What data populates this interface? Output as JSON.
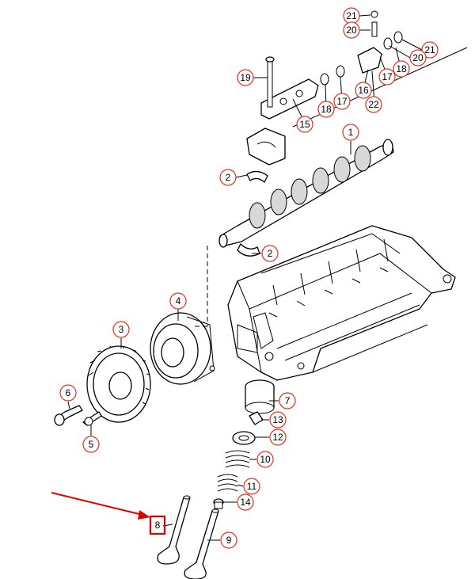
{
  "callouts": [
    {
      "id": "c21a",
      "label": "21"
    },
    {
      "id": "c20a",
      "label": "20"
    },
    {
      "id": "c19",
      "label": "19"
    },
    {
      "id": "c21b",
      "label": "21"
    },
    {
      "id": "c20b",
      "label": "20"
    },
    {
      "id": "c18a",
      "label": "18"
    },
    {
      "id": "c17a",
      "label": "17"
    },
    {
      "id": "c16",
      "label": "16"
    },
    {
      "id": "c22",
      "label": "22"
    },
    {
      "id": "c17b",
      "label": "17"
    },
    {
      "id": "c18b",
      "label": "18"
    },
    {
      "id": "c15",
      "label": "15"
    },
    {
      "id": "c1",
      "label": "1"
    },
    {
      "id": "c2a",
      "label": "2"
    },
    {
      "id": "c2b",
      "label": "2"
    },
    {
      "id": "c4",
      "label": "4"
    },
    {
      "id": "c3",
      "label": "3"
    },
    {
      "id": "c6",
      "label": "6"
    },
    {
      "id": "c5",
      "label": "5"
    },
    {
      "id": "c7",
      "label": "7"
    },
    {
      "id": "c13",
      "label": "13"
    },
    {
      "id": "c12",
      "label": "12"
    },
    {
      "id": "c10",
      "label": "10"
    },
    {
      "id": "c11",
      "label": "11"
    },
    {
      "id": "c14",
      "label": "14"
    },
    {
      "id": "c8",
      "label": "8"
    },
    {
      "id": "c9",
      "label": "9"
    }
  ],
  "highlighted_part": "8",
  "colors": {
    "callout_stroke": "#e0301e",
    "highlight": "#e00000",
    "line": "#000000"
  }
}
